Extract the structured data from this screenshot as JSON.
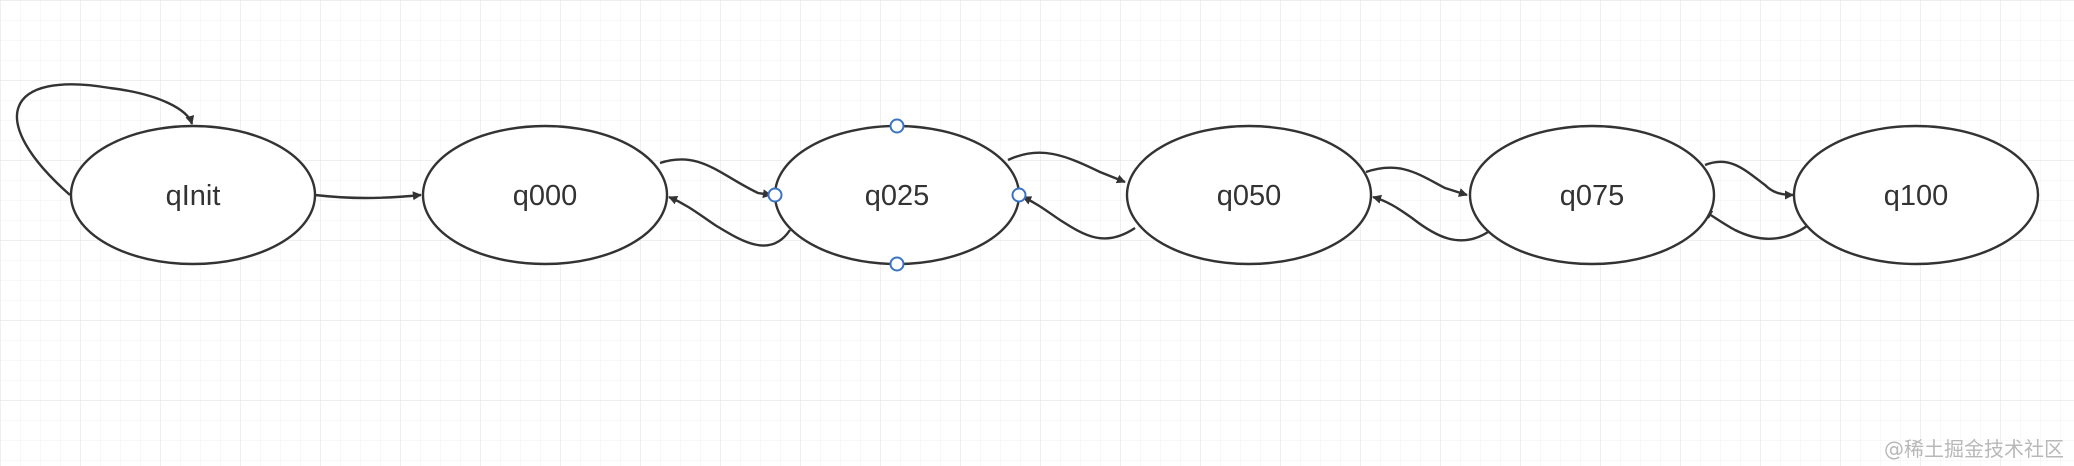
{
  "diagram": {
    "colors": {
      "background": "#ffffff",
      "grid_minor": "#f2f2f2",
      "grid_major": "#e4e4e4",
      "stroke": "#333333",
      "selection_handle": "#3b73c4"
    },
    "nodes": [
      {
        "id": "qInit",
        "label": "qInit"
      },
      {
        "id": "q000",
        "label": "q000"
      },
      {
        "id": "q025",
        "label": "q025",
        "selected": true
      },
      {
        "id": "q050",
        "label": "q050"
      },
      {
        "id": "q075",
        "label": "q075"
      },
      {
        "id": "q100",
        "label": "q100"
      }
    ],
    "edges": [
      {
        "from": "qInit",
        "to": "qInit"
      },
      {
        "from": "qInit",
        "to": "q000"
      },
      {
        "from": "q000",
        "to": "q025"
      },
      {
        "from": "q025",
        "to": "q000"
      },
      {
        "from": "q025",
        "to": "q050"
      },
      {
        "from": "q050",
        "to": "q025"
      },
      {
        "from": "q050",
        "to": "q075"
      },
      {
        "from": "q075",
        "to": "q050"
      },
      {
        "from": "q075",
        "to": "q100"
      },
      {
        "from": "q100",
        "to": "q075"
      }
    ]
  },
  "watermark": "@稀土掘金技术社区"
}
